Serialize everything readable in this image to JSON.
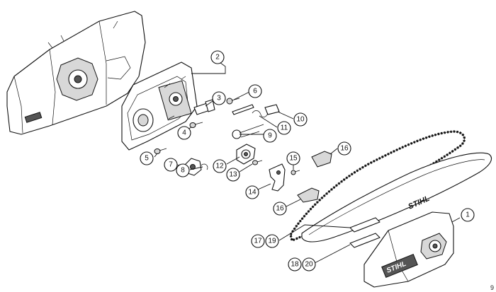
{
  "brand_text": "STIHL",
  "reference_number": "9",
  "callouts": [
    {
      "id": "c1",
      "label": "1"
    },
    {
      "id": "c2",
      "label": "2"
    },
    {
      "id": "c3",
      "label": "3"
    },
    {
      "id": "c4",
      "label": "4"
    },
    {
      "id": "c5",
      "label": "5"
    },
    {
      "id": "c6",
      "label": "6"
    },
    {
      "id": "c7",
      "label": "7"
    },
    {
      "id": "c8",
      "label": "8"
    },
    {
      "id": "c9",
      "label": "9"
    },
    {
      "id": "c10",
      "label": "10"
    },
    {
      "id": "c11",
      "label": "11"
    },
    {
      "id": "c12",
      "label": "12"
    },
    {
      "id": "c13",
      "label": "13"
    },
    {
      "id": "c14",
      "label": "14"
    },
    {
      "id": "c15",
      "label": "15"
    },
    {
      "id": "c16a",
      "label": "16"
    },
    {
      "id": "c16b",
      "label": "16"
    },
    {
      "id": "c17",
      "label": "17"
    },
    {
      "id": "c19",
      "label": "19"
    },
    {
      "id": "c18",
      "label": "18"
    },
    {
      "id": "c20",
      "label": "20"
    }
  ]
}
